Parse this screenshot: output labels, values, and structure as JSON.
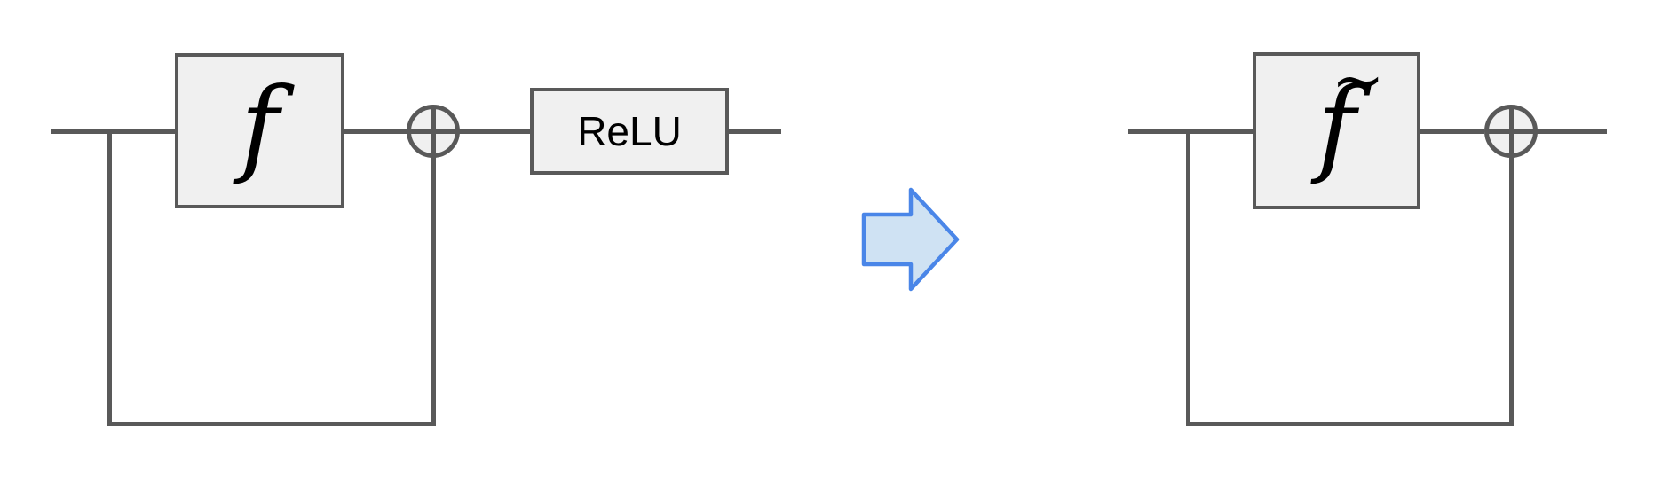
{
  "colors": {
    "background": "#ffffff",
    "line": "#595959",
    "box_fill": "#f0f0f0",
    "box_border": "#595959",
    "text": "#000000",
    "arrow_fill": "#cfe2f3",
    "arrow_stroke": "#4a86e8"
  },
  "left_diagram": {
    "name": "residual-block-with-relu",
    "function_label": "f",
    "activation_label": "ReLU",
    "sum_symbol": "⊕"
  },
  "arrow": {
    "name": "transform-arrow",
    "direction": "right"
  },
  "right_diagram": {
    "name": "merged-residual-block",
    "function_tilde": "~",
    "function_label": "f",
    "sum_symbol": "⊕"
  }
}
